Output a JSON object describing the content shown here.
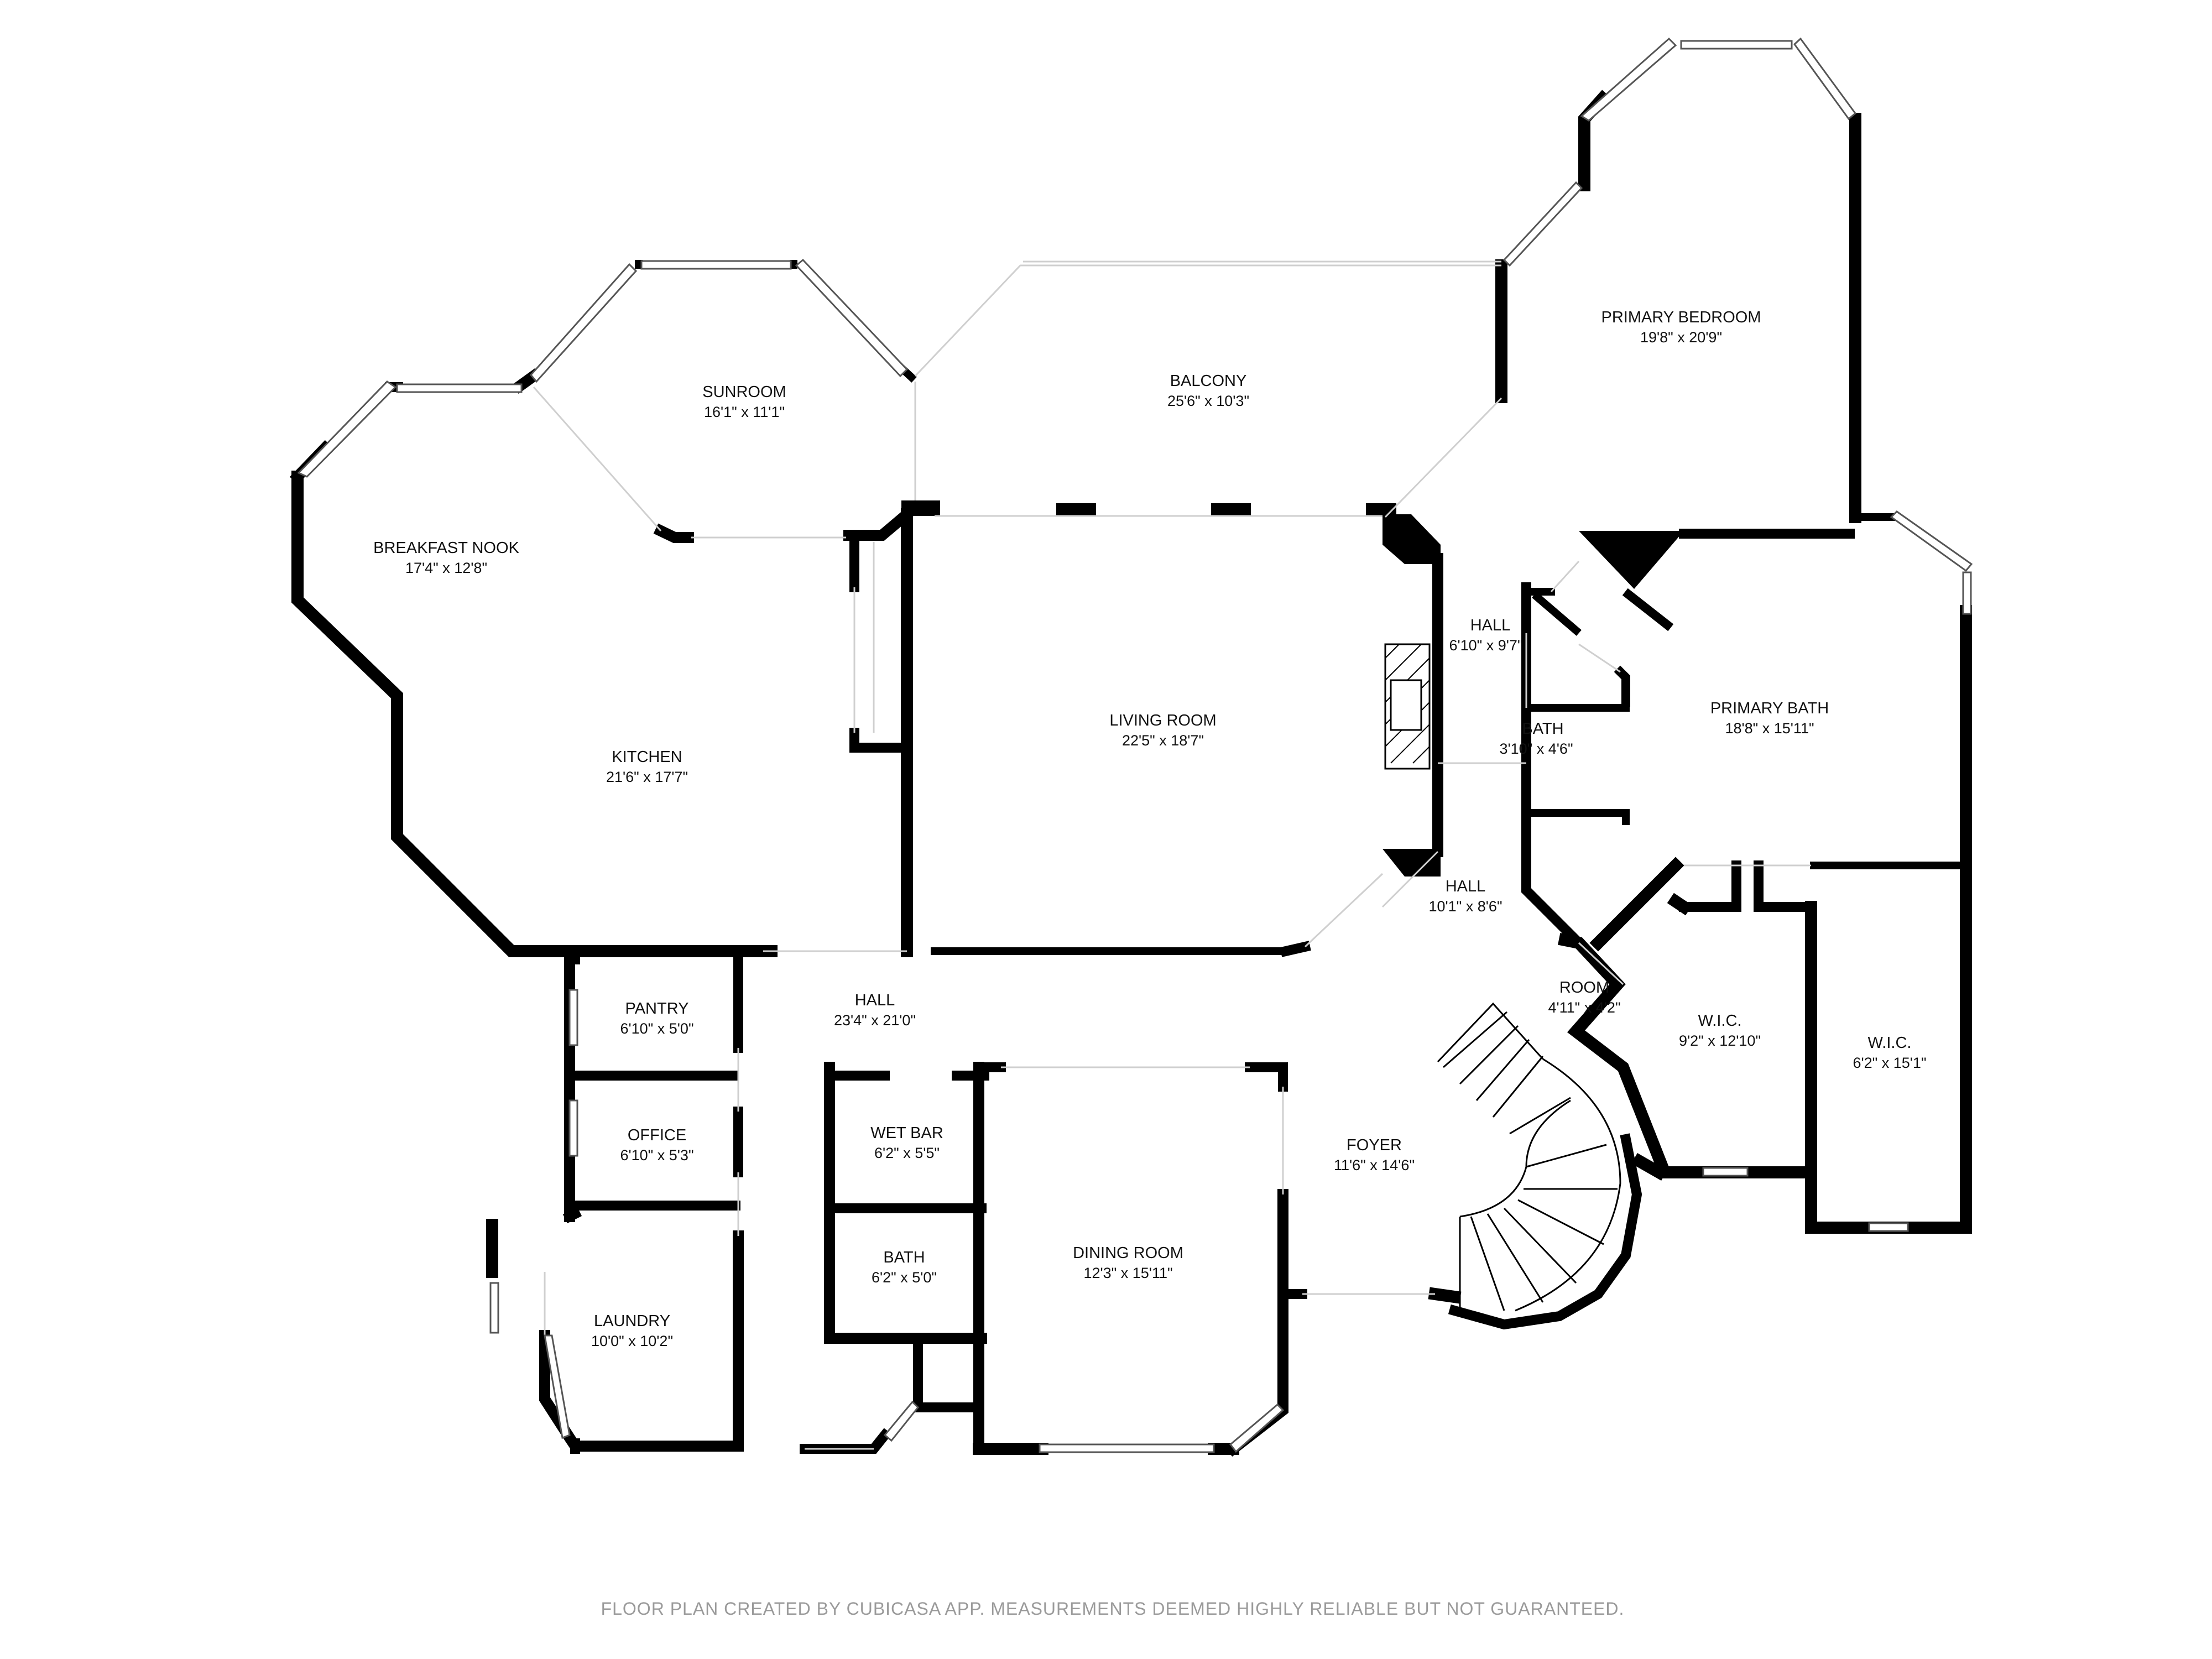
{
  "rooms": [
    {
      "id": "balcony",
      "name": "BALCONY",
      "dim": "25'6\" x 10'3\""
    },
    {
      "id": "primary-bedroom",
      "name": "PRIMARY BEDROOM",
      "dim": "19'8\" x 20'9\""
    },
    {
      "id": "sunroom",
      "name": "SUNROOM",
      "dim": "16'1\" x 11'1\""
    },
    {
      "id": "breakfast-nook",
      "name": "BREAKFAST NOOK",
      "dim": "17'4\" x 12'8\""
    },
    {
      "id": "kitchen",
      "name": "KITCHEN",
      "dim": "21'6\" x 17'7\""
    },
    {
      "id": "living-room",
      "name": "LIVING ROOM",
      "dim": "22'5\" x 18'7\""
    },
    {
      "id": "hall-upper",
      "name": "HALL",
      "dim": "6'10\" x 9'7\""
    },
    {
      "id": "bath-small",
      "name": "BATH",
      "dim": "3'10\" x 4'6\""
    },
    {
      "id": "primary-bath",
      "name": "PRIMARY BATH",
      "dim": "18'8\" x 15'11\""
    },
    {
      "id": "hall-mid",
      "name": "HALL",
      "dim": "10'1\" x 8'6\""
    },
    {
      "id": "room",
      "name": "ROOM",
      "dim": "4'11\" x 4'2\""
    },
    {
      "id": "wic-1",
      "name": "W.I.C.",
      "dim": "9'2\" x 12'10\""
    },
    {
      "id": "wic-2",
      "name": "W.I.C.",
      "dim": "6'2\" x 15'1\""
    },
    {
      "id": "pantry",
      "name": "PANTRY",
      "dim": "6'10\" x 5'0\""
    },
    {
      "id": "hall-main",
      "name": "HALL",
      "dim": "23'4\" x 21'0\""
    },
    {
      "id": "office",
      "name": "OFFICE",
      "dim": "6'10\" x 5'3\""
    },
    {
      "id": "wet-bar",
      "name": "WET BAR",
      "dim": "6'2\" x 5'5\""
    },
    {
      "id": "foyer",
      "name": "FOYER",
      "dim": "11'6\" x 14'6\""
    },
    {
      "id": "dining-room",
      "name": "DINING ROOM",
      "dim": "12'3\" x 15'11\""
    },
    {
      "id": "bath-lower",
      "name": "BATH",
      "dim": "6'2\" x 5'0\""
    },
    {
      "id": "laundry",
      "name": "LAUNDRY",
      "dim": "10'0\" x 10'2\""
    }
  ],
  "footer": "FLOOR PLAN CREATED BY CUBICASA APP. MEASUREMENTS DEEMED HIGHLY RELIABLE BUT NOT GUARANTEED."
}
